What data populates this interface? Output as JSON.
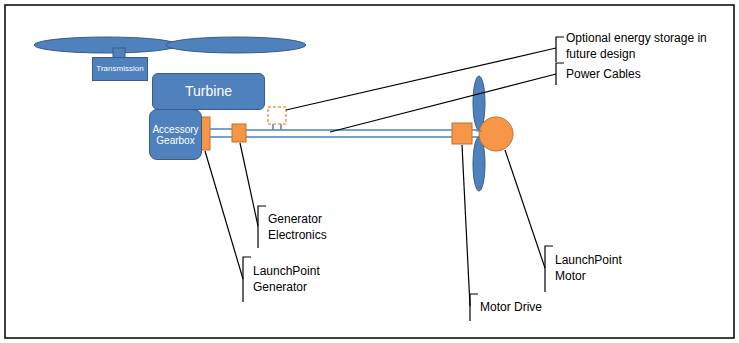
{
  "diagram": {
    "nodes": [
      {
        "text": [
          "Transmission"
        ]
      },
      {
        "text": [
          "Turbine"
        ]
      },
      {
        "text": [
          "Accessory Gearbox"
        ]
      }
    ],
    "labels": [
      "Optional energy storage in future design",
      "Power Cables",
      "LaunchPoint Generator",
      "Generator Electronics",
      "Motor Drive",
      "LaunchPoint Motor"
    ]
  }
}
